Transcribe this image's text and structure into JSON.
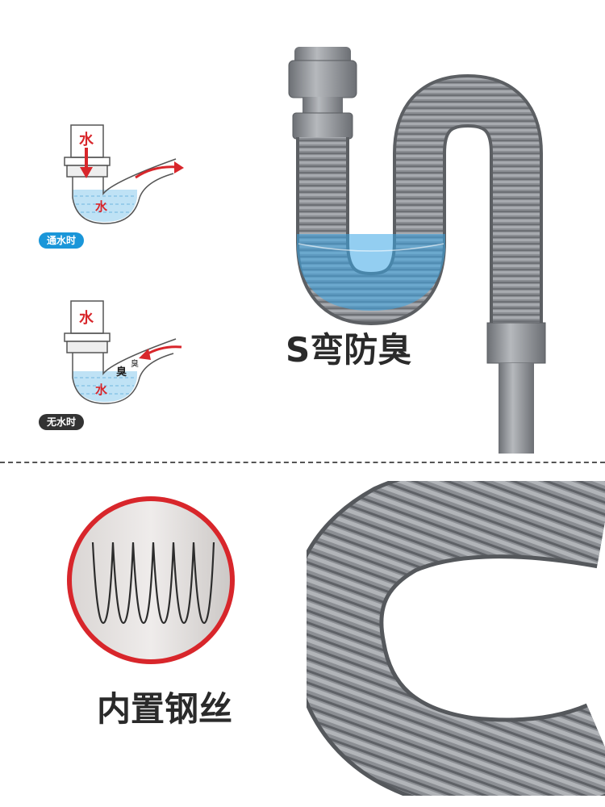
{
  "top_section": {
    "diagram_open": {
      "label_water_top": "水",
      "label_water_trap": "水",
      "pill_text": "通水时"
    },
    "diagram_empty": {
      "label_water_top": "水",
      "label_water_trap": "水",
      "label_odor_1": "臭",
      "label_odor_2": "臭",
      "pill_text": "无水时"
    },
    "headline": "S弯防臭"
  },
  "bottom_section": {
    "headline": "内置钢丝"
  },
  "colors": {
    "accent_red": "#d8262b",
    "pill_blue": "#1a96d9",
    "pill_dark": "#333333",
    "hose_gray": "#8a8d92",
    "water_blue": "#3aa5e6",
    "divider": "#555555"
  }
}
